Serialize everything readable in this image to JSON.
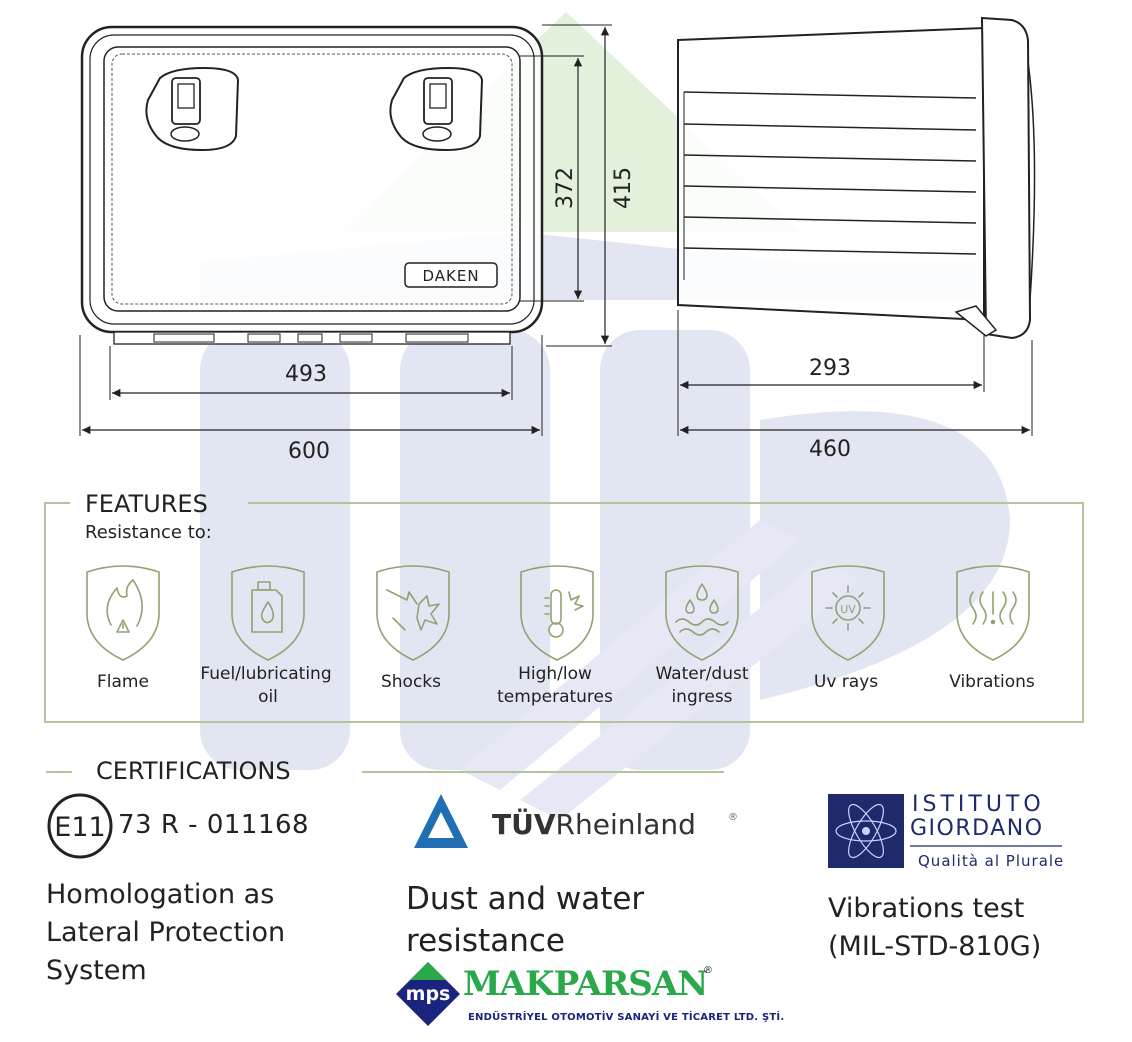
{
  "drawing": {
    "front_dims": {
      "overall_width": "600",
      "inner_width": "493",
      "inner_height": "372",
      "overall_height": "415"
    },
    "side_dims": {
      "inner_depth": "293",
      "overall_depth": "460"
    },
    "brand_plate": "DAKEN"
  },
  "features": {
    "title": "FEATURES",
    "subtitle": "Resistance to:",
    "items": [
      {
        "icon": "flame-icon",
        "line1": "Flame",
        "line2": ""
      },
      {
        "icon": "oil-can-icon",
        "line1": "Fuel/lubricating",
        "line2": "oil"
      },
      {
        "icon": "shock-icon",
        "line1": "Shocks",
        "line2": ""
      },
      {
        "icon": "thermometer-icon",
        "line1": "High/low",
        "line2": "temperatures"
      },
      {
        "icon": "water-drops-icon",
        "line1": "Water/dust",
        "line2": "ingress"
      },
      {
        "icon": "uv-sun-icon",
        "line1": "Uv rays",
        "line2": ""
      },
      {
        "icon": "vibration-icon",
        "line1": "Vibrations",
        "line2": ""
      }
    ]
  },
  "certifications": {
    "title": "CERTIFICATIONS",
    "e_mark": "E11",
    "code": "73 R - 011168",
    "homologation": [
      "Homologation as",
      "Lateral Protection",
      "System"
    ],
    "tuv": {
      "brand_bold": "TÜV",
      "brand_rest": "Rheinland",
      "reg": "®",
      "desc": [
        "Dust and water",
        "resistance"
      ]
    },
    "giordano": {
      "line1": "ISTITUTO",
      "line2": "GIORDANO",
      "tagline": "Qualità al Plurale",
      "desc": [
        "Vibrations test",
        "(MIL-STD-810G)"
      ]
    }
  },
  "footer_logo": {
    "mark": "mps",
    "name": "MAKPARSAN",
    "reg": "®",
    "sub": "ENDÜSTRİYEL OTOMOTİV SANAYİ VE TİCARET LTD. ŞTİ."
  },
  "colors": {
    "feature_green": "#b5c49a",
    "icon_stroke": "#8fa470",
    "watermark_blue": "#dfe2f0",
    "watermark_green": "#dfeed7",
    "tuv_blue": "#1f6fb2",
    "giordano_navy": "#1e2a6b",
    "makparsan_green": "#2aa84a"
  }
}
